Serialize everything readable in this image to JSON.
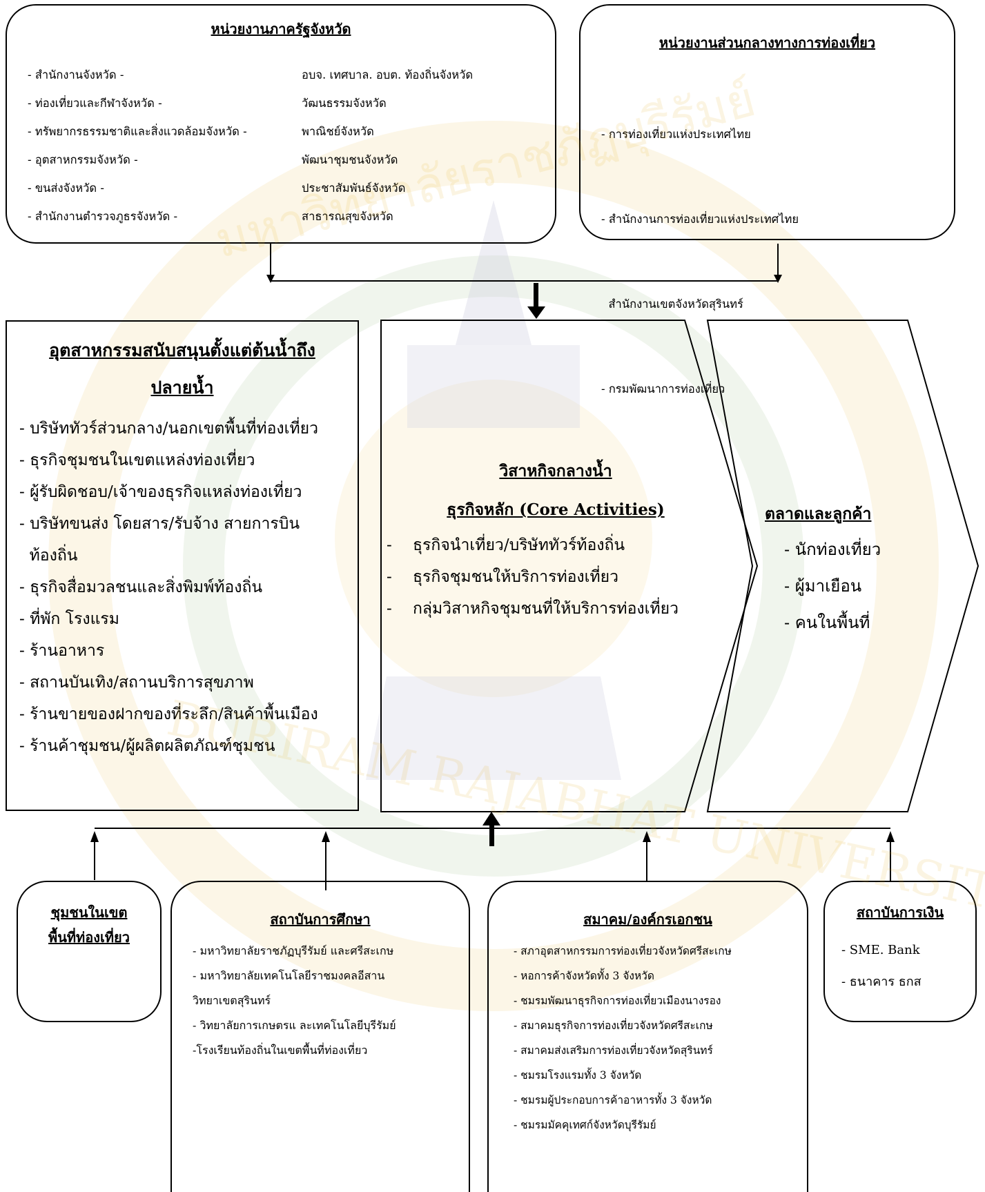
{
  "colors": {
    "stroke": "#000000",
    "watermark_gold": "#e8b93a",
    "watermark_green": "#6e9a4b"
  },
  "watermark": {
    "text_top": "มหาวิทยาลัยราชภัฏบุรีรัมย์",
    "text_bottom": "BURIRAM RAJABHAT UNIVERSITY"
  },
  "top_left": {
    "title": "หน่วยงานภาครัฐจังหวัด",
    "left_items": [
      "- สำนักงานจังหวัด  -",
      "- ท่องเที่ยวและกีฬาจังหวัด -",
      "- ทรัพยากรธรรมชาติและสิ่งแวดล้อมจังหวัด -",
      "- อุตสาหกรรมจังหวัด  -",
      "- ขนส่งจังหวัด  -",
      "- สำนักงานตำรวจภูธรจังหวัด -"
    ],
    "right_items": [
      "อบจ. เทศบาล. อบต. ท้องถิ่นจังหวัด",
      "วัฒนธรรมจังหวัด",
      "พาณิชย์จังหวัด",
      "พัฒนาชุมชนจังหวัด",
      "ประชาสัมพันธ์จังหวัด",
      "สาธารณสุขจังหวัด"
    ]
  },
  "top_right": {
    "title": "หน่วยงานส่วนกลางทางการท่องเที่ยว",
    "items": [
      "- การท่องเที่ยวแห่งประเทศไทย",
      "- สำนักงานการท่องเที่ยวแห่งประเทศไทย",
      "  สำนักงานเขตจังหวัดสุรินทร์",
      "- กรมพัฒนาการท่องเที่ยว"
    ]
  },
  "upstream": {
    "title_line1": "อุตสาหกรรมสนับสนุนตั้งแต่ต้นน้ำถึง",
    "title_line2": "ปลายน้ำ",
    "items": [
      "- บริษัททัวร์ส่วนกลาง/นอกเขตพื้นที่ท่องเที่ยว",
      "- ธุรกิจชุมชนในเขตแหล่งท่องเที่ยว",
      "- ผู้รับผิดชอบ/เจ้าของธุรกิจแหล่งท่องเที่ยว",
      "- บริษัทขนส่ง โดยสาร/รับจ้าง สายการบิน",
      "  ท้องถิ่น",
      "- ธุรกิจสื่อมวลชนและสิ่งพิมพ์ท้องถิ่น",
      "- ที่พัก โรงแรม",
      "- ร้านอาหาร",
      "- สถานบันเทิง/สถานบริการสุขภาพ",
      "- ร้านขายของฝากของที่ระลึก/สินค้าพื้นเมือง",
      "- ร้านค้าชุมชน/ผู้ผลิตผลิตภัณฑ์ชุมชน"
    ]
  },
  "midstream": {
    "title": "วิสาหกิจกลางน้ำ",
    "subtitle": "ธุรกิจหลัก (Core Activities)",
    "items": [
      "ธุรกิจนำเที่ยว/บริษัททัวร์ท้องถิ่น",
      "ธุรกิจชุมชนให้บริการท่องเที่ยว",
      "กลุ่มวิสาหกิจชุมชนที่ให้บริการท่องเที่ยว"
    ]
  },
  "market": {
    "title": "ตลาดและลูกค้า",
    "items": [
      "- นักท่องเที่ยว",
      "- ผู้มาเยือน",
      "- คนในพื้นที่"
    ]
  },
  "community": {
    "title_line1": "ชุมชนในเขต",
    "title_line2": "พื้นที่ท่องเที่ยว"
  },
  "education": {
    "title": "สถาบันการศึกษา",
    "items": [
      "- มหาวิทยาลัยราชภัฏบุรีรัมย์ และศรีสะเกษ",
      "- มหาวิทยาลัยเทคโนโลยีราชมงคลอีสาน",
      "วิทยาเขตสุรินทร์",
      "- วิทยาลัยการเกษตรแ ละเทคโนโลยีบุรีรัมย์",
      "-โรงเรียนท้องถิ่นในเขตพื้นที่ท่องเที่ยว"
    ]
  },
  "associations": {
    "title": "สมาคม/องค์กรเอกชน",
    "items": [
      "- สภาอุตสาหกรรมการท่องเที่ยวจังหวัดศรีสะเกษ",
      "- หอการค้าจังหวัดทั้ง 3 จังหวัด",
      "- ชมรมพัฒนาธุรกิจการท่องเที่ยวเมืองนางรอง",
      "- สมาคมธุรกิจการท่องเที่ยวจังหวัดศรีสะเกษ",
      "- สมาคมส่งเสริมการท่องเที่ยวจังหวัดสุรินทร์",
      "- ชมรมโรงแรมทั้ง 3 จังหวัด",
      "- ชมรมผู้ประกอบการค้าอาหารทั้ง 3 จังหวัด",
      "- ชมรมมัคคุเทศก์จังหวัดบุรีรัมย์"
    ]
  },
  "finance": {
    "title": "สถาบันการเงิน",
    "items": [
      "- SME. Bank",
      "- ธนาคาร ธกส"
    ]
  }
}
